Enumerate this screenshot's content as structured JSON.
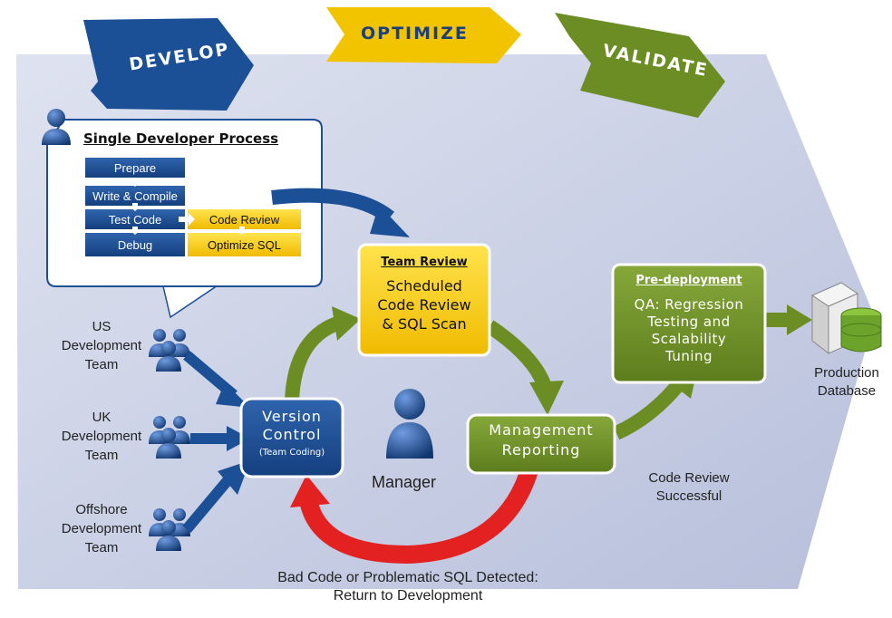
{
  "phases": {
    "develop": "DEVELOP",
    "optimize": "OPTIMIZE",
    "validate": "VALIDATE"
  },
  "colors": {
    "develop": "#1b4f96",
    "optimize": "#f2c400",
    "validate": "#6b8d24",
    "fail_arrow": "#e32121",
    "background": "#c9cfe4"
  },
  "single_developer": {
    "title": "Single Developer Process",
    "steps": [
      "Prepare",
      "Write & Compile",
      "Test Code",
      "Debug"
    ],
    "optimize_steps": [
      "Code Review",
      "Optimize SQL"
    ]
  },
  "teams": [
    {
      "line1": "US",
      "line2": "Development",
      "line3": "Team",
      "icon": "team-icon"
    },
    {
      "line1": "UK",
      "line2": "Development",
      "line3": "Team",
      "icon": "team-icon"
    },
    {
      "line1": "Offshore",
      "line2": "Development",
      "line3": "Team",
      "icon": "team-icon"
    }
  ],
  "version_control": {
    "line1": "Version",
    "line2": "Control",
    "sub": "(Team Coding)"
  },
  "team_review": {
    "title": "Team Review",
    "line1": "Scheduled",
    "line2": "Code Review",
    "line3": "& SQL Scan"
  },
  "manager": {
    "label": "Manager",
    "icon": "manager-icon"
  },
  "management_reporting": {
    "line1": "Management",
    "line2": "Reporting"
  },
  "predeployment": {
    "title": "Pre-deployment",
    "line1": "QA: Regression",
    "line2": "Testing and",
    "line3": "Scalability",
    "line4": "Tuning"
  },
  "production": {
    "line1": "Production",
    "line2": "Database",
    "icon": "database-server-icon"
  },
  "success_label": {
    "line1": "Code Review",
    "line2": "Successful"
  },
  "failure_label": {
    "line1": "Bad Code or Problematic SQL Detected:",
    "line2": "Return to Development"
  }
}
